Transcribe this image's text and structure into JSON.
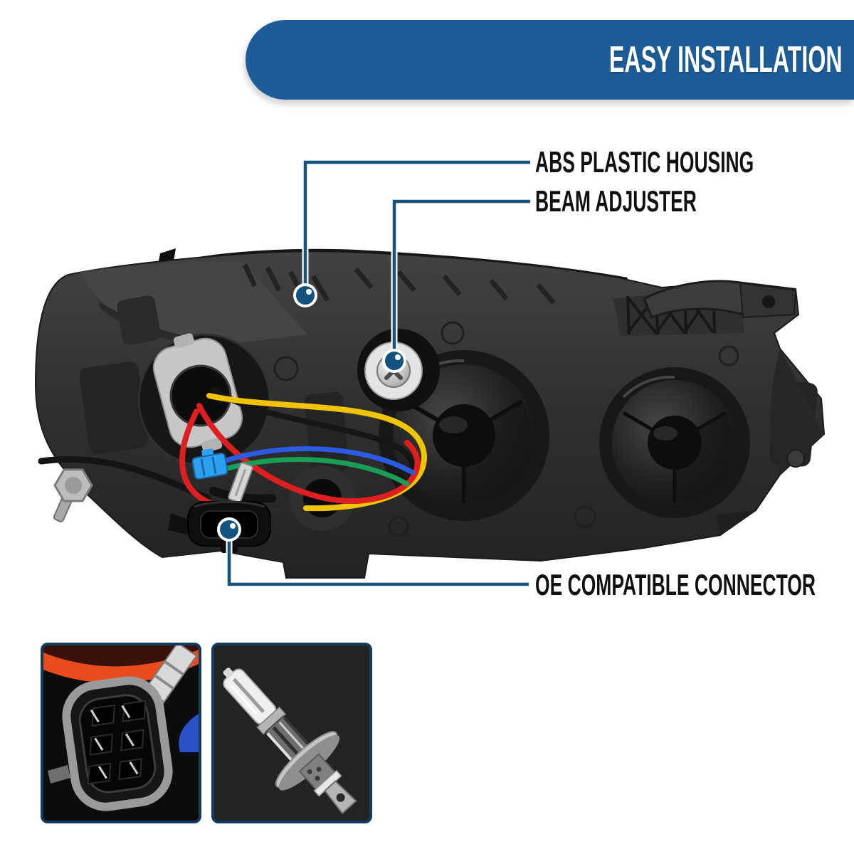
{
  "banner": {
    "label": "EASY INSTALLATION",
    "bg_color": "#1d5d97",
    "text_color": "#ffffff"
  },
  "callouts": {
    "abs": {
      "label": "ABS PLASTIC HOUSING"
    },
    "beam": {
      "label": "BEAM ADJUSTER"
    },
    "oe": {
      "label": "OE COMPATIBLE CONNECTOR"
    }
  },
  "colors": {
    "callout_line": "#15527c",
    "callout_dot": "#14537f",
    "label_text": "#101010",
    "inset_border": "#133a5f"
  },
  "insets": {
    "left": {
      "name": "oe-connector-closeup"
    },
    "right": {
      "name": "h1-halogen-bulb"
    }
  }
}
